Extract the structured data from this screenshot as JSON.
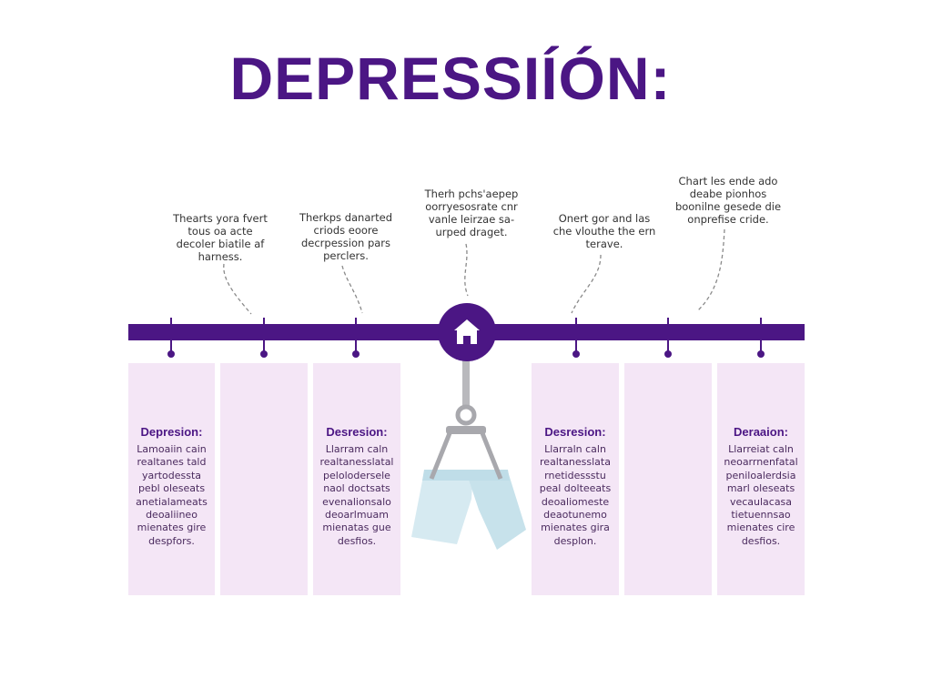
{
  "title": "DEPRESSIÍÓN:",
  "annotations": [
    {
      "text": "Thearts yora fvert\ntous oa acte\ndecoler biatile af\nharness."
    },
    {
      "text": "Therkps danarted\ncriods eoore\ndecrpession pars\nperclers."
    },
    {
      "text": "Therh pchs'aepep\noorryesosrate cnr\nvanle leirzae sa-\nurped draget."
    },
    {
      "text": "Onert gor and las\nche vlouthe the ern\nterave."
    },
    {
      "text": "Chart les ende ado\ndeabe pionhos\nboonilne gesede die\nonprefise cride."
    }
  ],
  "panels": [
    {
      "title": "Depresion:",
      "text": "Lamoaiin cain\nrealtanes tald\nyartodessta\npebl oleseats\nanetialameats\ndeoaliineo\nmienates gire\ndespfors."
    },
    {
      "title": "",
      "text": ""
    },
    {
      "title": "Desresion:",
      "text": "Llarram caln\nrealtanesslatal\npelolodersele\nnaol doctsats\nevenalionsalo\ndeoarlmuam\nmienatas gue\ndesfios."
    },
    {
      "title": "Desresion:",
      "text": "Llarraln caln\nrealtanesslata\nrnetidessstu\npeal dolteeats\ndeoaliomeste\ndeaotunemo\nmienates gira\ndesplon."
    },
    {
      "title": "",
      "text": ""
    },
    {
      "title": "Deraaion:",
      "text": "Llarreiat caln\nneoarrnenfatal\npeniloalerdsia\nmarl oleseats\nvecaulacasa\ntietuennsao\nmienates cire\ndesfios."
    }
  ],
  "icons": {
    "hub": "home-icon",
    "illustration": "shorts-on-hanger-icon"
  },
  "colors": {
    "accent": "#4b1684",
    "panel_bg": "#f4e6f6",
    "garment": "#cfe6ee"
  }
}
